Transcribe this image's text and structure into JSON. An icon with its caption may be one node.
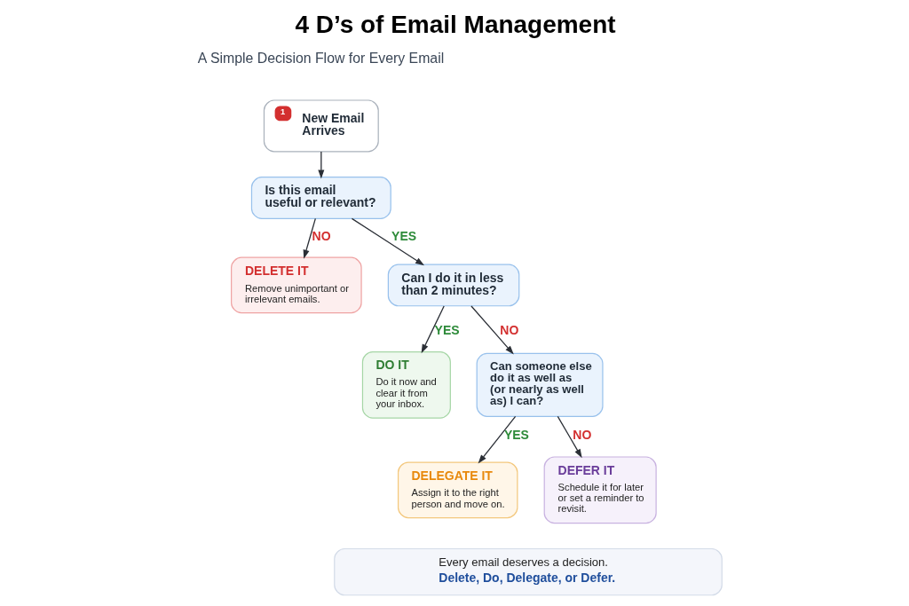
{
  "diagram": {
    "title": "4 D’s of Email Management",
    "nodes": [
      {
        "text": [
          "1",
          "New Email Arrives"
        ]
      },
      {
        "text": [
          "Is this email useful or relevant?"
        ]
      },
      {
        "text": [
          "DELETE IT",
          "Remove unimportant or irrelevant emails."
        ]
      },
      {
        "text": [
          "Can I do it in less than 2 minutes?"
        ]
      },
      {
        "text": [
          "DO IT",
          "Do it now and clear it from your inbox."
        ]
      },
      {
        "text": [
          "Can someone else do it as well as (or nearly as well as) I can?"
        ]
      },
      {
        "text": [
          "DELEGATE IT",
          "Assign it to the right person and move on."
        ]
      },
      {
        "text": [
          "DEFER IT",
          "Schedule it for later or set a reminder to revisit."
        ]
      },
      {
        "text": [
          "Every email deserves a decision.",
          "Delete, Do, Delegate, or Defer."
        ]
      }
    ],
    "edges": [
      {
        "from": 0,
        "to": 1,
        "arrow": "to"
      },
      {
        "from": 1,
        "to": 2,
        "arrow": "to",
        "label": "NO"
      },
      {
        "from": 1,
        "to": 3,
        "arrow": "to",
        "label": "YES"
      },
      {
        "from": 3,
        "to": 4,
        "arrow": "to",
        "label": "YES"
      },
      {
        "from": 3,
        "to": 5,
        "arrow": "to",
        "label": "NO"
      },
      {
        "from": 5,
        "to": 6,
        "arrow": "to",
        "label": "YES"
      },
      {
        "from": 5,
        "to": 7,
        "arrow": "to",
        "label": "NO"
      }
    ],
    "labels": [
      "A Simple Decision Flow for Every Email"
    ]
  }
}
